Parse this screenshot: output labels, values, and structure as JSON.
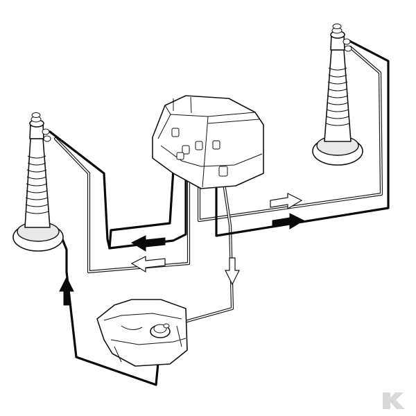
{
  "diagram": {
    "parts": [
      {
        "id": "left-beacon",
        "name": "left-beacon"
      },
      {
        "id": "right-beacon",
        "name": "right-beacon"
      },
      {
        "id": "valve-housing",
        "name": "valve-housing"
      },
      {
        "id": "fuel-tank",
        "name": "fuel-tank"
      }
    ],
    "hoses": [
      {
        "id": "supply-black",
        "style": "black"
      },
      {
        "id": "return-white",
        "style": "white"
      }
    ],
    "flow_directions": [
      "left",
      "right",
      "up",
      "down"
    ],
    "colors": {
      "black_hose": "#0a0a0a",
      "white_hose": "#ffffff",
      "outline": "#111111",
      "logo": "#d9d9d9"
    },
    "logo": {
      "letter": "K"
    }
  }
}
